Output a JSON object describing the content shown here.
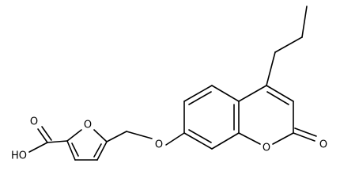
{
  "diagram": {
    "type": "skeletal-structure",
    "atom_labels": {
      "carboxyl_oh": "HO",
      "carboxyl_o": "O",
      "furan_o": "O",
      "ether_o": "O",
      "lactone_ring_o": "O",
      "carbonyl_o": "O"
    },
    "colors": {
      "bond": "#000000",
      "background": "#ffffff"
    }
  }
}
